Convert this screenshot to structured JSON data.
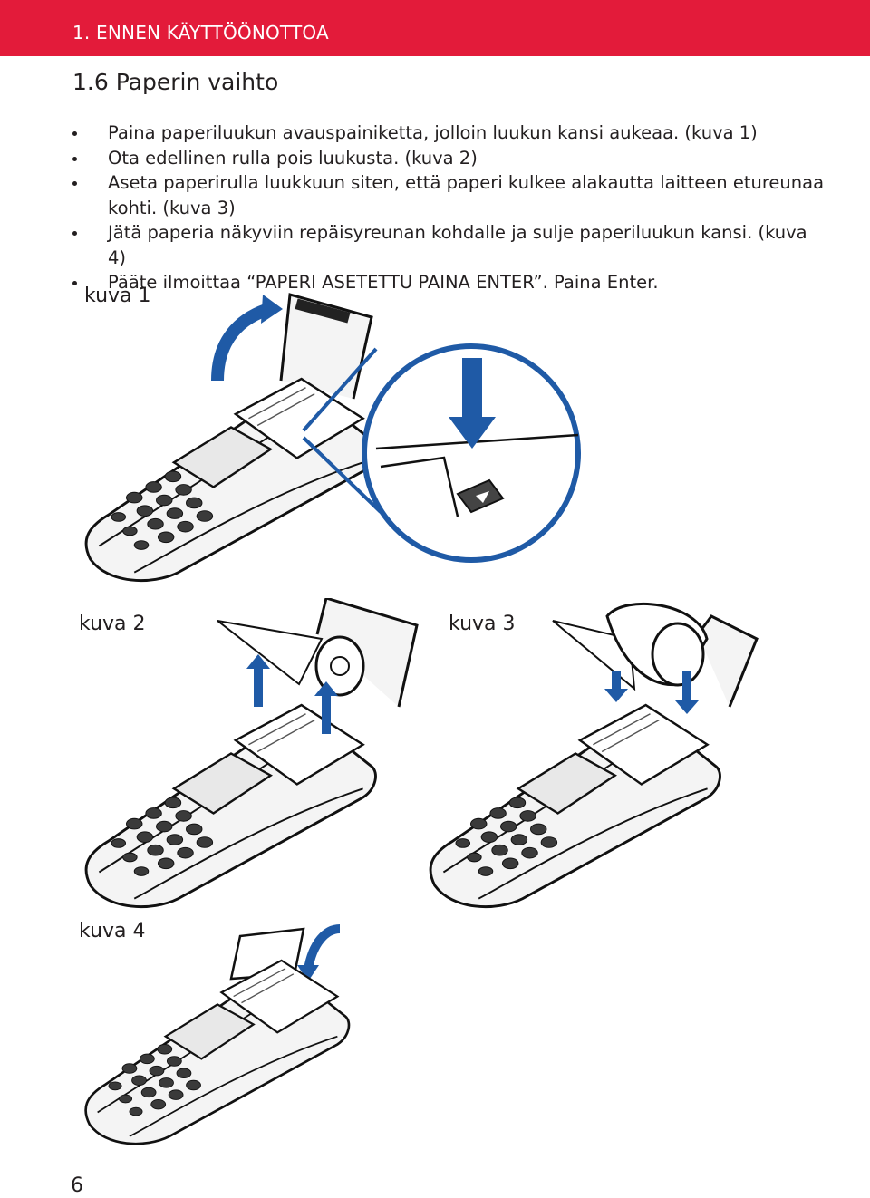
{
  "header": {
    "title": "1. ENNEN KÄYTTÖÖNOTTOA",
    "color": "#e31b3a"
  },
  "section": {
    "title": "1.6 Paperin vaihto"
  },
  "instructions": [
    "Paina paperiluukun avauspainiketta, jolloin luukun kansi aukeaa. (kuva 1)",
    "Ota edellinen rulla pois luukusta. (kuva 2)",
    "Aseta paperirulla luukkuun siten, että paperi kulkee alakautta laitteen etureunaa kohti. (kuva 3)",
    "Jätä paperia näkyviin repäisyreunan kohdalle ja sulje paperiluukun kansi. (kuva 4)",
    "Pääte ilmoittaa “PAPERI ASETETTU PAINA ENTER”. Paina Enter."
  ],
  "figures": {
    "kuva1": {
      "label": "kuva 1"
    },
    "kuva2": {
      "label": "kuva 2"
    },
    "kuva3": {
      "label": "kuva 3"
    },
    "kuva4": {
      "label": "kuva 4"
    }
  },
  "accent_blue": "#1f5aa6",
  "page_number": "6"
}
